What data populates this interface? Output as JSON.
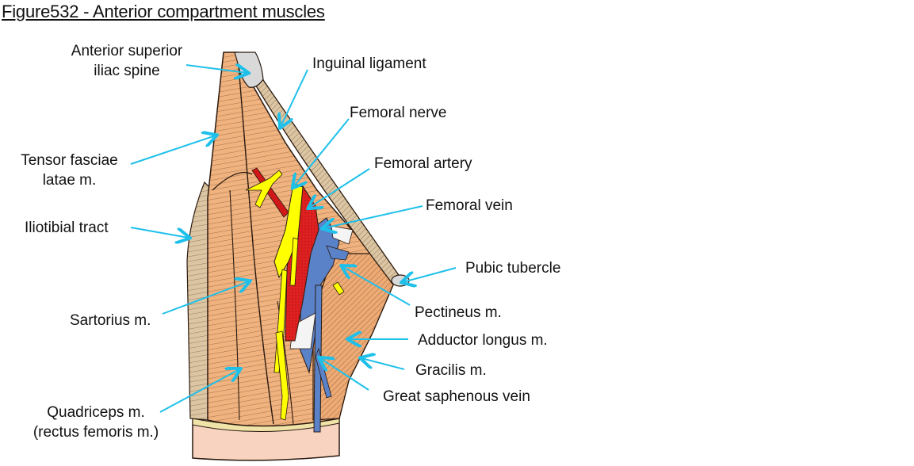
{
  "figure": {
    "title": "Figure532 - Anterior compartment muscles"
  },
  "colors": {
    "muscle": "#f0b27e",
    "muscle_dark": "#e2a06a",
    "fascia": "#dcc5a2",
    "bone": "#d9d9d9",
    "nerve": "#ffff00",
    "artery": "#e02020",
    "vein": "#5a82c8",
    "skin": "#f8d4c0",
    "arrow": "#1ec0ea",
    "outline": "#2a1a10"
  },
  "labels": {
    "asis_line1": "Anterior superior",
    "asis_line2": "iliac spine",
    "inguinal_ligament": "Inguinal ligament",
    "femoral_nerve": "Femoral nerve",
    "femoral_artery": "Femoral artery",
    "femoral_vein": "Femoral vein",
    "tfl_line1": "Tensor fasciae",
    "tfl_line2": "latae m.",
    "iliotibial_tract": "Iliotibial tract",
    "pubic_tubercle": "Pubic tubercle",
    "pectineus": "Pectineus m.",
    "sartorius": "Sartorius m.",
    "adductor_longus": "Adductor longus m.",
    "gracilis": "Gracilis m.",
    "great_saphenous_vein": "Great saphenous vein",
    "quadriceps_line1": "Quadriceps m.",
    "quadriceps_line2": "(rectus femoris m.)"
  }
}
